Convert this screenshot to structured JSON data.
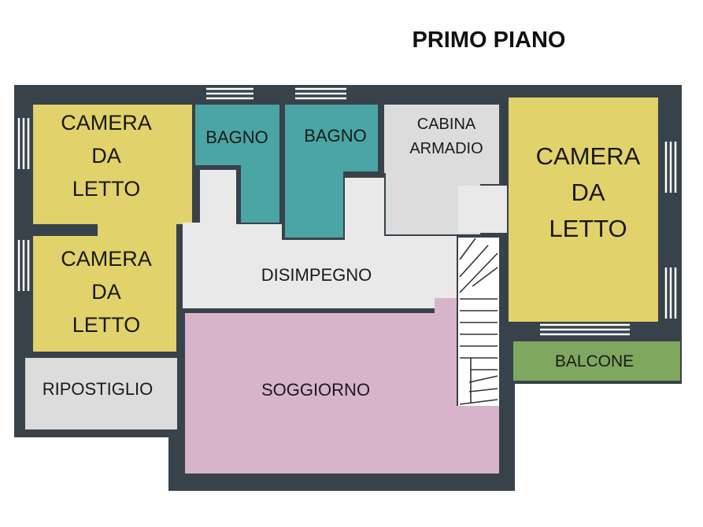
{
  "plan": {
    "title": "PRIMO PIANO",
    "colors": {
      "wall": "#38424a",
      "bedroom": "#e2d26c",
      "bathroom": "#4aa5a4",
      "storage": "#dcdcdc",
      "corridor": "#e9e9e9",
      "living": "#d8b4cc",
      "balcony": "#7fa760"
    },
    "rooms": {
      "bedroom_top_left": [
        "CAMERA",
        "DA",
        "LETTO"
      ],
      "bathroom_1": "BAGNO",
      "bathroom_2": "BAGNO",
      "walk_in_closet": [
        "CABINA",
        "ARMADIO"
      ],
      "bedroom_right": [
        "CAMERA",
        "DA",
        "LETTO"
      ],
      "bedroom_mid_left": [
        "CAMERA",
        "DA",
        "LETTO"
      ],
      "corridor": "DISIMPEGNO",
      "storage": "RIPOSTIGLIO",
      "living_room": "SOGGIORNO",
      "balcony": "BALCONE"
    }
  }
}
